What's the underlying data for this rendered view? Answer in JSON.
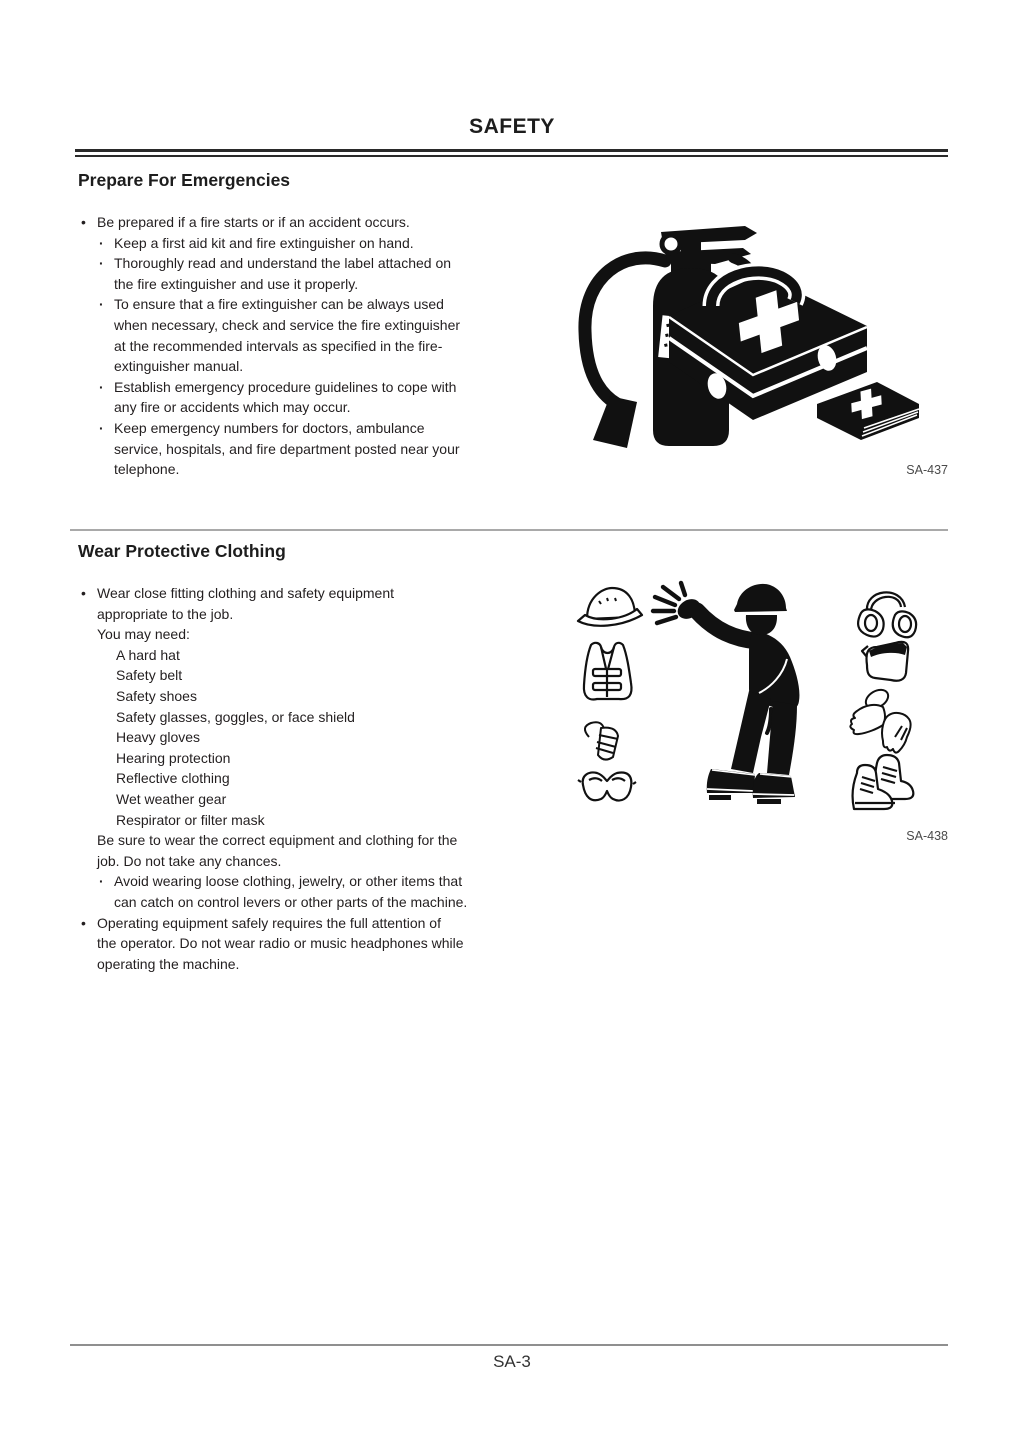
{
  "header": {
    "title": "SAFETY"
  },
  "footer": {
    "page_number": "SA-3"
  },
  "glyphs": {
    "bullet": "•",
    "sub_bullet": "·"
  },
  "colors": {
    "text": "#231f20",
    "rule_dark": "#2a2a2a",
    "rule_light": "#a9a9a9",
    "figure_ink": "#111111",
    "caption": "#4a4a4a"
  },
  "sections": [
    {
      "heading": "Prepare For Emergencies",
      "figure": {
        "caption": "SA-437"
      },
      "items": [
        "Be prepared if a fire starts or if an accident occurs.",
        "Keep a first aid kit and fire extinguisher on hand.",
        "Thoroughly read and understand the label attached on\nthe fire extinguisher and use it properly.",
        "To ensure that a fire extinguisher can be always used\nwhen necessary, check and service the fire extinguisher\nat the recommended intervals as specified in the fire-\nextinguisher manual.",
        "Establish emergency procedure guidelines to cope with\nany fire or accidents which may occur.",
        "Keep emergency numbers for doctors, ambulance\nservice, hospitals, and fire department posted near your\ntelephone."
      ]
    },
    {
      "heading": "Wear Protective Clothing",
      "figure": {
        "caption": "SA-438"
      },
      "items": [
        "Wear close fitting clothing and safety equipment\nappropriate to the job.",
        "You may need:",
        "A hard hat",
        "Safety belt",
        "Safety shoes",
        "Safety glasses, goggles, or face shield",
        "Heavy gloves",
        "Hearing protection",
        "Reflective clothing",
        "Wet weather gear",
        "Respirator or filter mask",
        "Be sure to wear the correct equipment and clothing for the\njob. Do not take any chances.",
        "Avoid wearing loose clothing, jewelry, or other items that\ncan catch on control levers or other parts of the machine.",
        "Operating equipment safely requires the full attention of\nthe operator. Do not wear radio or music headphones while\noperating the machine."
      ]
    }
  ]
}
